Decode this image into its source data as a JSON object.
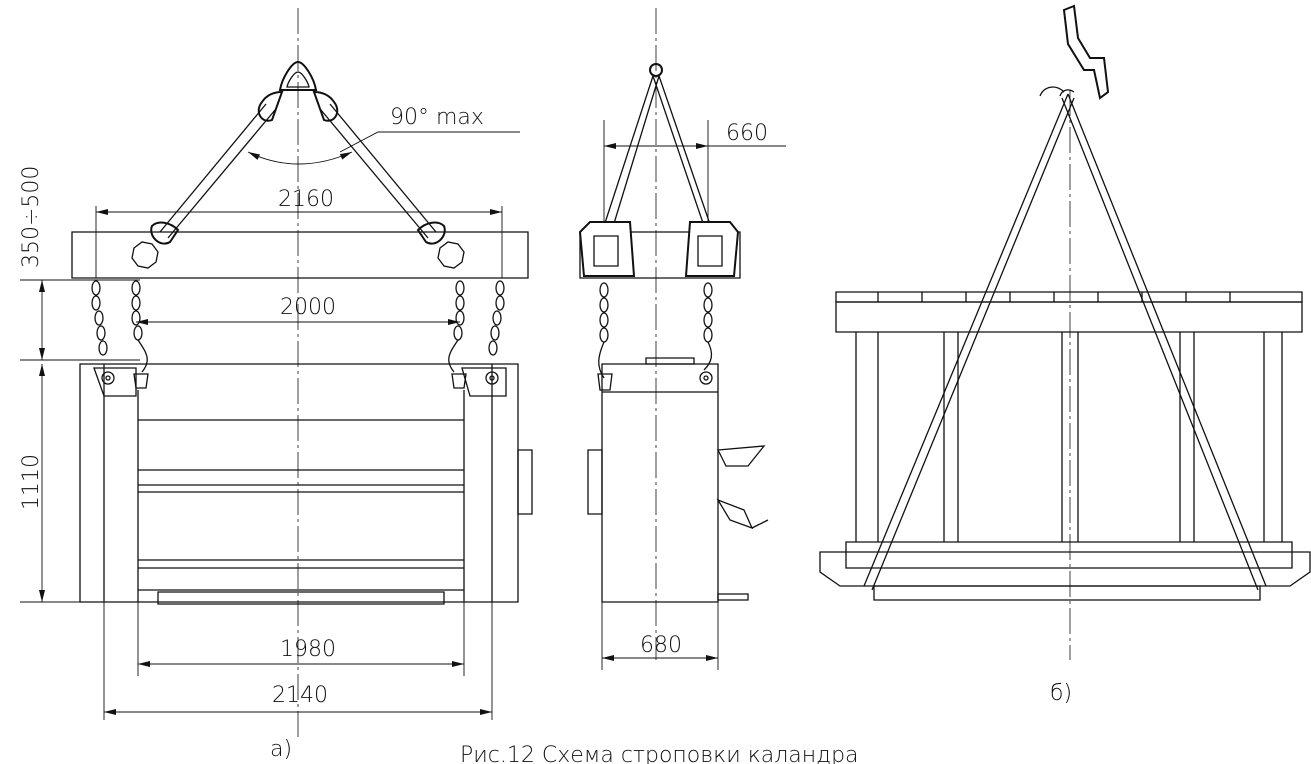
{
  "dimensions": {
    "angle": "90° max",
    "top_width": "2160",
    "sling_height": "350÷500",
    "inner_width": "2000",
    "body_height": "1110",
    "roll_width": "1980",
    "overall_width": "2140",
    "side_width": "660",
    "side_depth": "680"
  },
  "labels": {
    "view_a": "а)",
    "view_b": "б)",
    "caption": "Рис.12 Схема  строповки каландра"
  }
}
